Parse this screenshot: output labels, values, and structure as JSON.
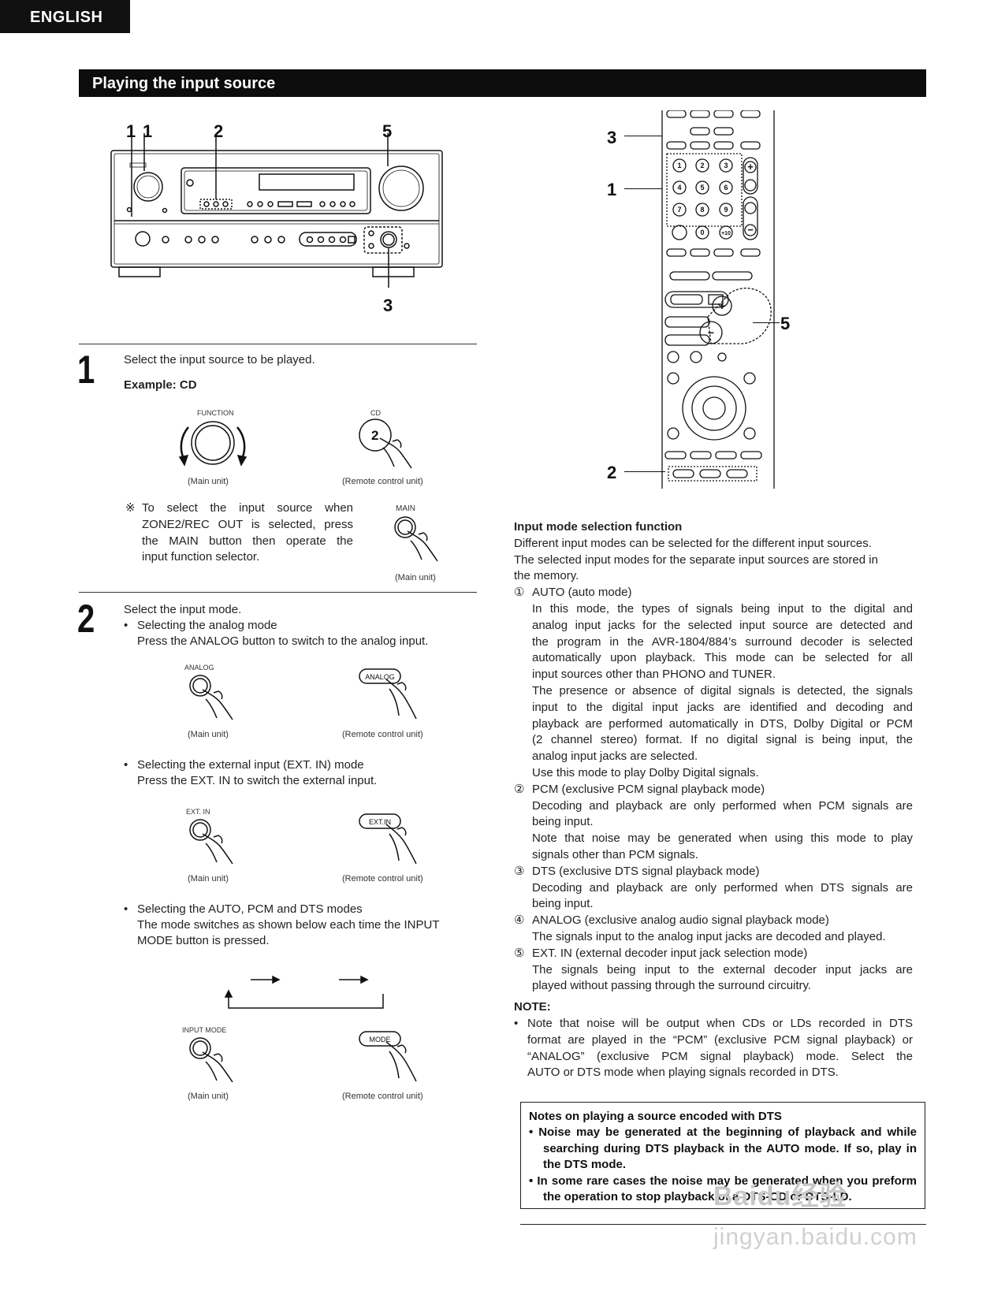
{
  "header": {
    "language": "ENGLISH",
    "section_title": "Playing the input source"
  },
  "main_unit_callouts": {
    "c1a": "1",
    "c1b": "1",
    "c2": "2",
    "c5": "5",
    "c3": "3"
  },
  "remote_callouts": {
    "c3": "3",
    "c1": "1",
    "c5": "5",
    "c2": "2"
  },
  "step1": {
    "number": "1",
    "text": "Select the input source to be played.",
    "example": "Example: CD",
    "fn_label": "FUNCTION",
    "cd_label": "CD",
    "cd_key": "2",
    "cap_main": "(Main unit)",
    "cap_remote": "(Remote control unit)",
    "note_mark": "※",
    "note_lines": [
      "To select the input source when",
      "ZONE2/REC OUT is selected, press",
      "the MAIN button then operate the",
      "input function selector."
    ],
    "main_label": "MAIN",
    "main_cap": "(Main unit)"
  },
  "step2": {
    "number": "2",
    "intro": "Select the input mode.",
    "bullet": "•",
    "b1_title": "Selecting the analog mode",
    "b1_text": "Press the ANALOG button to switch to the analog input.",
    "analog_label": "ANALOG",
    "analog_btn": "ANALOG",
    "b2_title": "Selecting the external input (EXT. IN) mode",
    "b2_text": "Press the EXT. IN to switch the external input.",
    "extin_label": "EXT. IN",
    "extin_btn": "EXT.IN",
    "b3_title": "Selecting the AUTO, PCM and DTS modes",
    "b3_line1": "The mode switches as shown below each time the INPUT",
    "b3_line2": "MODE button is pressed.",
    "inputmode_label": "INPUT MODE",
    "mode_btn": "MODE",
    "cap_main": "(Main unit)",
    "cap_remote": "(Remote control unit)"
  },
  "right": {
    "title": "Input mode selection function",
    "intro": [
      "Different input modes can be selected for the different input sources.",
      "The selected input modes for the separate input sources are stored in",
      "the memory."
    ],
    "modes": [
      {
        "mark": "①",
        "head": "AUTO (auto mode)",
        "lines": [
          "In this mode, the types of signals being input to the digital and",
          "analog input jacks for the selected input source are detected and",
          "the program in the AVR-1804/884’s surround decoder is selected",
          "automatically upon playback. This mode can be selected for all",
          "input sources other than PHONO and TUNER.",
          "The presence or absence of digital signals is detected, the signals",
          "input to the digital input jacks are identified and decoding and",
          "playback are performed automatically in DTS, Dolby Digital or PCM",
          "(2 channel stereo) format. If no digital signal is being input, the",
          "analog input jacks are selected.",
          "Use this mode to play Dolby Digital signals."
        ]
      },
      {
        "mark": "②",
        "head": "PCM (exclusive PCM signal playback mode)",
        "lines": [
          "Decoding and playback are only performed when PCM signals are",
          "being input.",
          "Note that noise may be generated when using this mode to play",
          "signals other than PCM signals."
        ]
      },
      {
        "mark": "③",
        "head": "DTS (exclusive DTS signal playback mode)",
        "lines": [
          "Decoding and playback are only performed when DTS signals are",
          "being input."
        ]
      },
      {
        "mark": "④",
        "head": "ANALOG (exclusive analog audio signal playback mode)",
        "lines": [
          "The signals input to the analog input jacks are decoded and played."
        ]
      },
      {
        "mark": "⑤",
        "head": "EXT. IN (external decoder input jack selection mode)",
        "lines": [
          "The signals being input to the external decoder input jacks are",
          "played without passing through the surround circuitry."
        ]
      }
    ],
    "note_title": "NOTE:",
    "note_bullet": "•",
    "note_lines": [
      "Note that noise will be output when CDs or LDs recorded in DTS",
      "format are played in the “PCM” (exclusive PCM signal playback) or",
      "“ANALOG” (exclusive PCM signal playback) mode. Select the",
      "AUTO or DTS mode when playing signals recorded in DTS."
    ],
    "box_title": "Notes on playing a source encoded with DTS",
    "box_items": [
      "•  Noise may be generated at the beginning of playback and while searching during DTS playback in the AUTO mode.  If so, play in the DTS mode.",
      "•  In some rare cases the noise may be generated when you preform the operation to stop playback of a DTS-CD or DTS-LD."
    ]
  },
  "watermark": {
    "logo": "Baidu经验",
    "url": "jingyan.baidu.com"
  }
}
